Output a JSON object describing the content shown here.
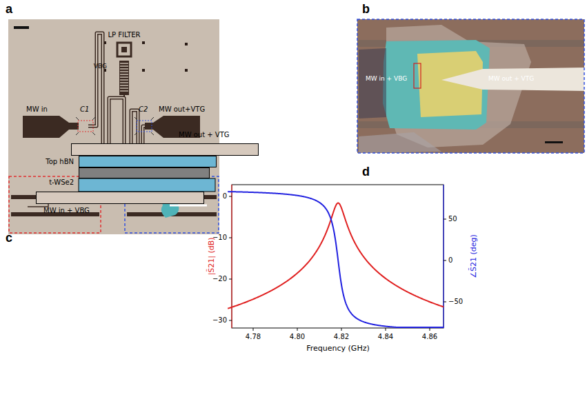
{
  "diagram": {
    "nodes": [
      {
        "text": [
          "MW out + VTG"
        ]
      },
      {
        "text": [
          "Top hBN"
        ]
      },
      {
        "text": [
          "t-WSe2"
        ]
      },
      {
        "text": [
          "MW in + VBG"
        ]
      }
    ],
    "labels": [
      "a",
      "b",
      "c",
      "d",
      "LP FILTER",
      "VBG",
      "MW in",
      "C1",
      "C2",
      "MW out+VTG",
      "MW in + VBG",
      "MW out + VTG",
      "|S̃21| (dB)",
      "∠S̃21 (deg)",
      "0",
      "−10",
      "−20",
      "−30",
      "50",
      "0",
      "−50",
      "4.78",
      "4.80",
      "4.82",
      "4.84",
      "4.86",
      "Frequency (GHz)"
    ]
  }
}
